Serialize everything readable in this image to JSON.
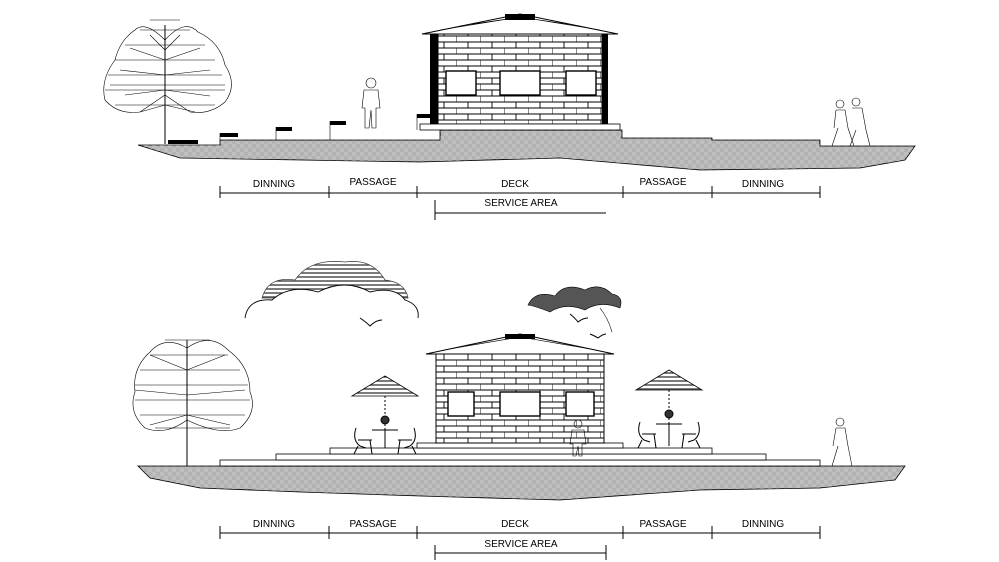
{
  "drawing": {
    "background": "#ffffff",
    "line_color": "#000000",
    "fill_dark": "#4a4a4a",
    "upper_elevation": {
      "zones": [
        {
          "label": "DINNING"
        },
        {
          "label": "PASSAGE"
        },
        {
          "label": "DECK"
        },
        {
          "label": "PASSAGE"
        },
        {
          "label": "DINNING"
        }
      ],
      "service_label": "SERVICE AREA"
    },
    "lower_elevation": {
      "zones": [
        {
          "label": "DINNING"
        },
        {
          "label": "PASSAGE"
        },
        {
          "label": "DECK"
        },
        {
          "label": "PASSAGE"
        },
        {
          "label": "DINNING"
        }
      ],
      "service_label": "SERVICE AREA"
    },
    "icons": [
      "tree-icon",
      "person-icon",
      "cloud-icon",
      "bird-icon",
      "umbrella-icon",
      "cafe-table-icon",
      "chair-icon"
    ]
  }
}
